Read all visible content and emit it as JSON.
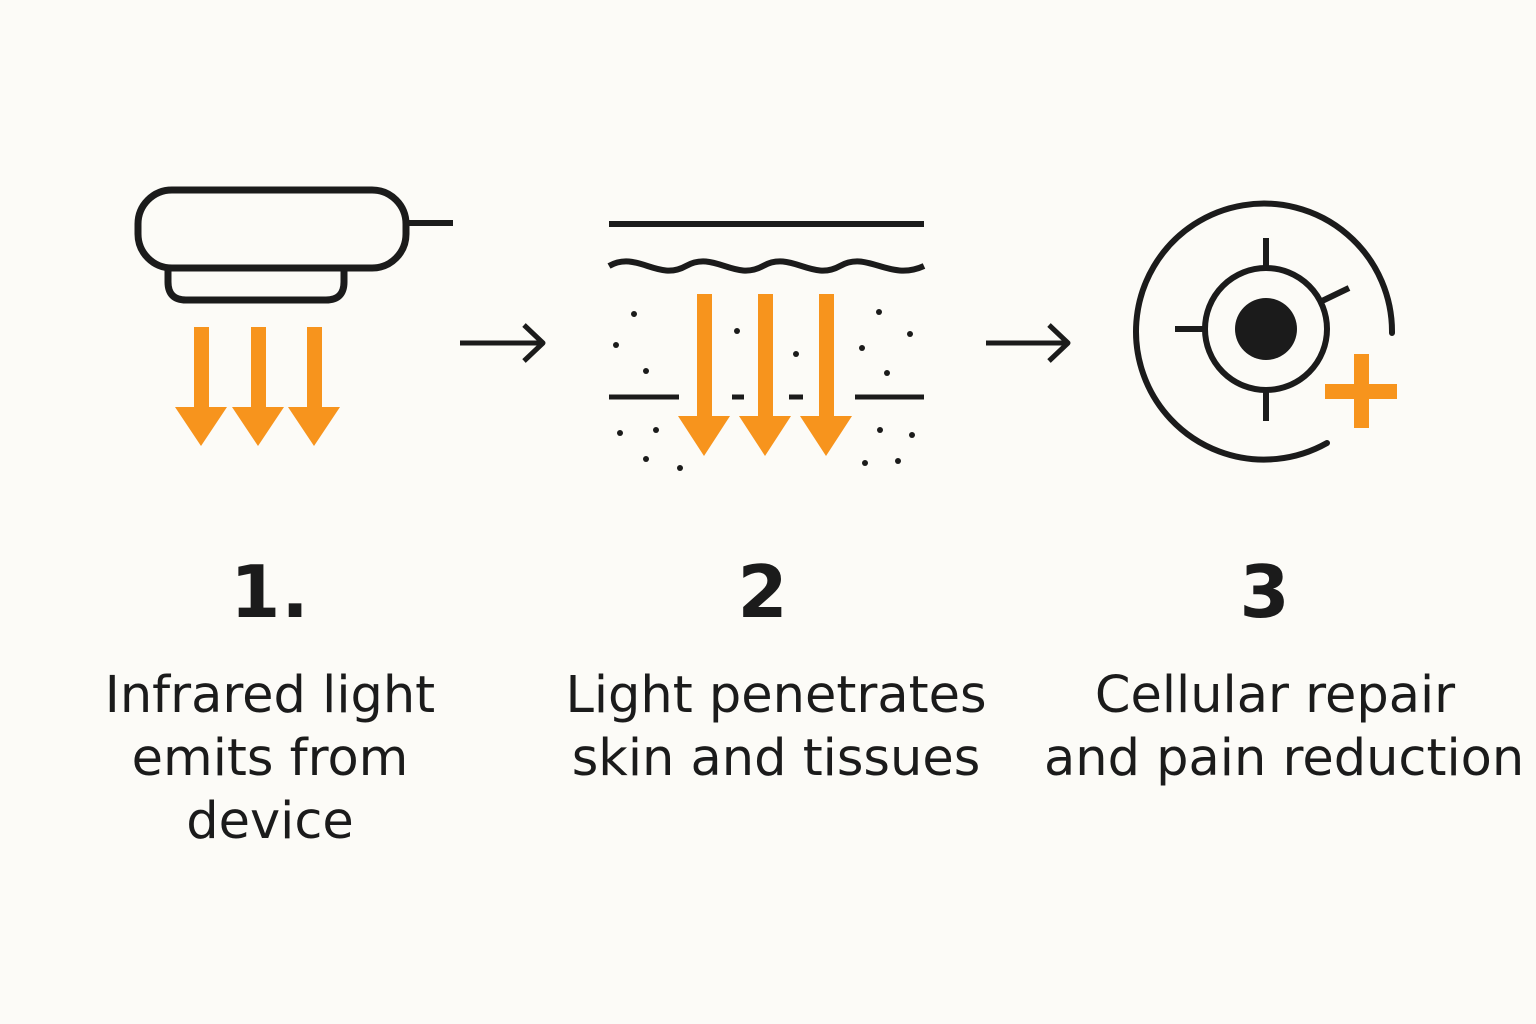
{
  "colors": {
    "background": "#fcfbf7",
    "stroke": "#1b1b1b",
    "accent": "#f7941d"
  },
  "steps": [
    {
      "number": "1.",
      "label_lines": [
        "Infrared light",
        "emits from",
        "device"
      ],
      "icon": "infrared-device-icon"
    },
    {
      "number": "2",
      "label_lines": [
        "Light penetrates",
        "skin and tissues"
      ],
      "icon": "skin-penetration-icon"
    },
    {
      "number": "3",
      "label_lines": [
        "Cellular repair",
        "and pain reduction"
      ],
      "icon": "cell-repair-icon"
    }
  ],
  "connectors": [
    "arrow-right-icon",
    "arrow-right-icon"
  ]
}
